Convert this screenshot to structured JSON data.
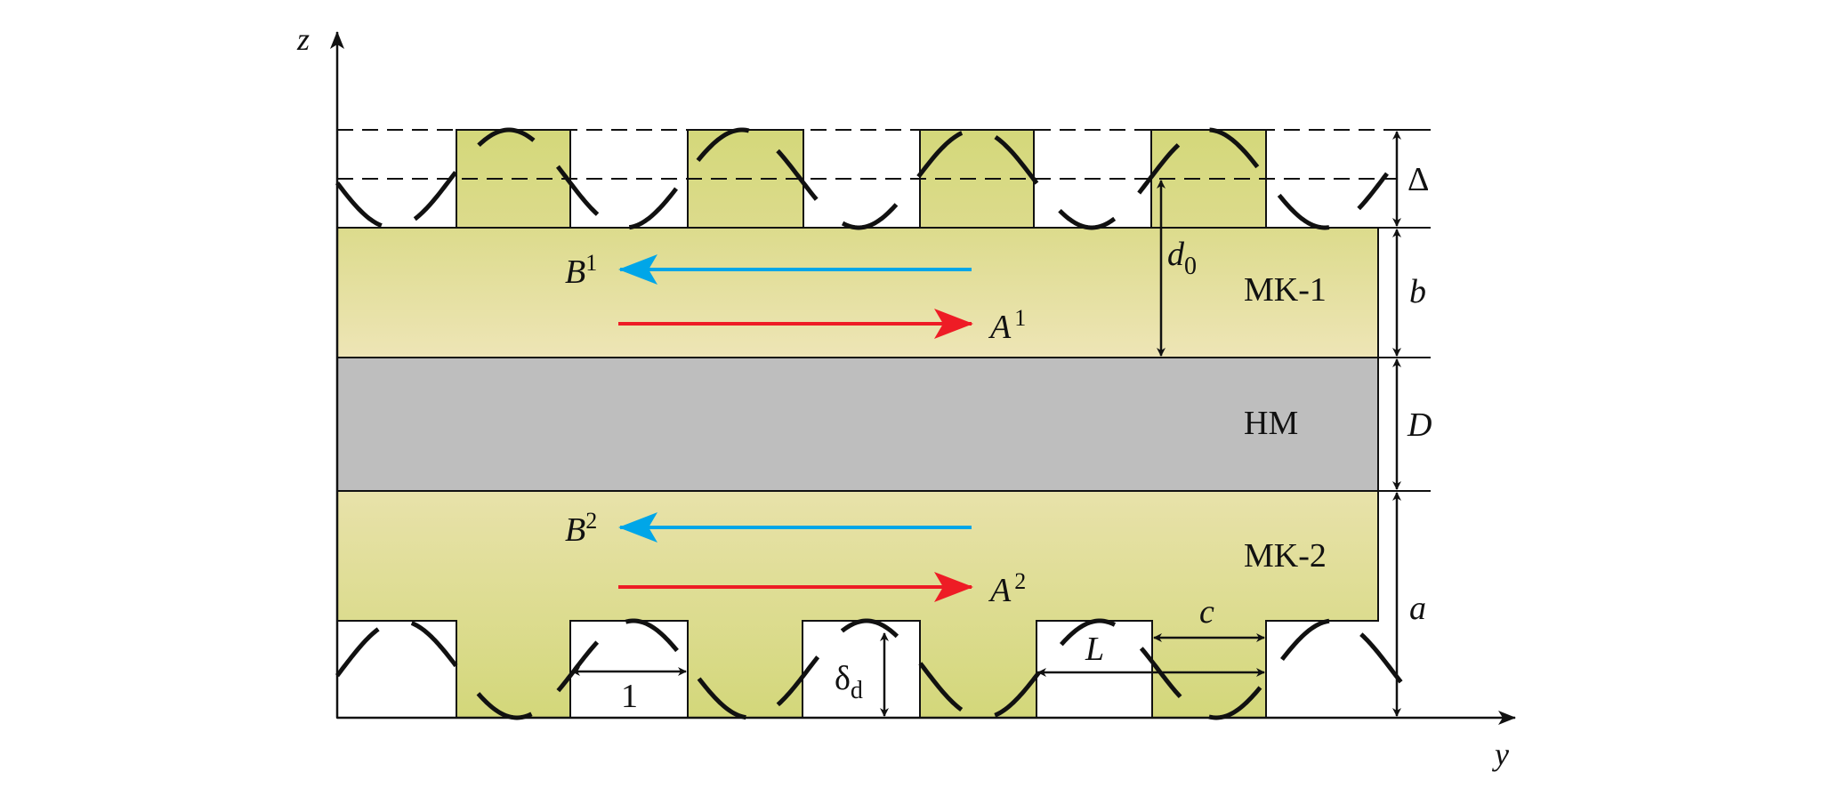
{
  "diagram": {
    "axes": {
      "vertical": "z",
      "horizontal": "y"
    },
    "layers": [
      {
        "id": "mk1",
        "label": "MK-1",
        "thickness_label": "b"
      },
      {
        "id": "hm",
        "label": "HM",
        "thickness_label": "D"
      },
      {
        "id": "mk2",
        "label": "MK-2",
        "thickness_label": "a"
      }
    ],
    "waves": {
      "mk1": {
        "backward": {
          "base": "B",
          "sup": "1"
        },
        "forward": {
          "base": "A",
          "sup": "1"
        }
      },
      "mk2": {
        "backward": {
          "base": "B",
          "sup": "2"
        },
        "forward": {
          "base": "A",
          "sup": "2"
        }
      }
    },
    "dimensions": {
      "delta": "Δ",
      "d0": {
        "base": "d",
        "sub": "0"
      },
      "delta_d": {
        "base": "δ",
        "sub": "d"
      },
      "period": "L",
      "tooth_width": "c",
      "gap_width": "1"
    },
    "colors": {
      "tooth": "#d4d87a",
      "mk_top": "#dcdb8c",
      "mk_bottom": "#eee5b6",
      "hm": "#bebebe",
      "forward_arrow": "#ee1c25",
      "backward_arrow": "#00a6e8",
      "line": "#111111"
    }
  }
}
